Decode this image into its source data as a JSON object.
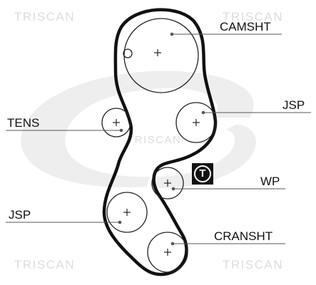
{
  "watermarks": {
    "top_left": "TRISCAN",
    "top_right": "TRISCAN",
    "center": "TRISCAN",
    "bottom_left": "TRISCAN",
    "bottom_right": "TRISCAN"
  },
  "background_logo": "gates-logo",
  "labels": {
    "camshaft": "CAMSHT",
    "jsp_upper": "JSP",
    "tensioner": "TENS",
    "water_pump": "WP",
    "jsp_lower": "JSP",
    "crankshaft": "CRANSHT"
  },
  "tensioner_symbol": "T",
  "colors": {
    "belt": "#111111",
    "pulley": "#222222",
    "leader": "#555555",
    "watermark": "#dcdcdc",
    "logo": "#eeeeee"
  }
}
